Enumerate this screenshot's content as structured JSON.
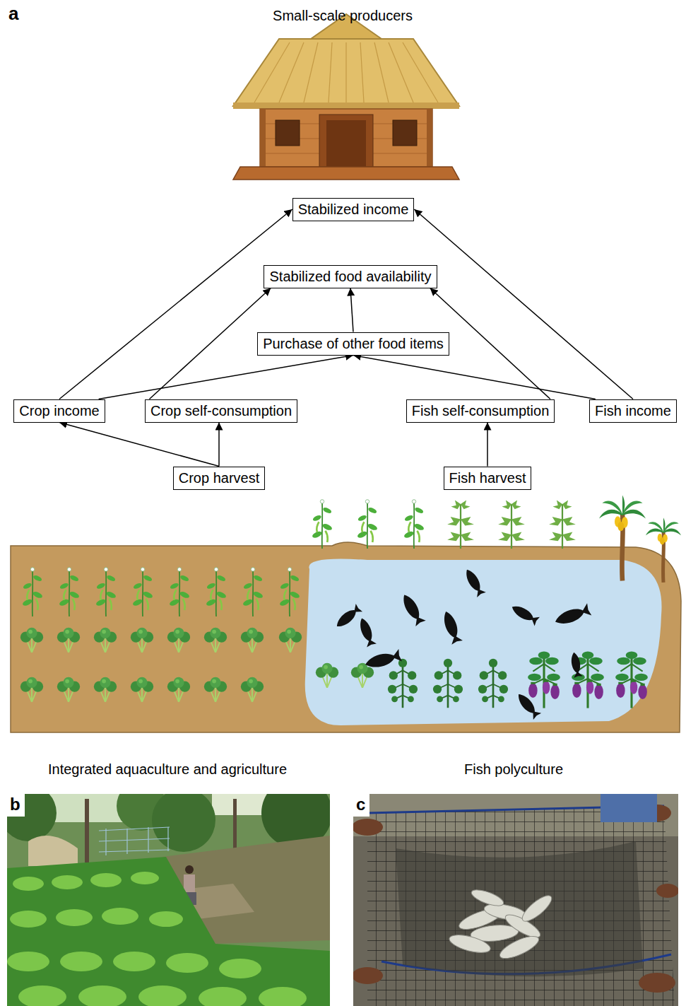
{
  "diagram": {
    "title": "Small-scale producers",
    "nodes": [
      {
        "text": [
          "Stabilized income"
        ]
      },
      {
        "text": [
          "Stabilized food availability"
        ]
      },
      {
        "text": [
          "Purchase of other food items"
        ]
      },
      {
        "text": [
          "Crop income"
        ]
      },
      {
        "text": [
          "Crop self-consumption"
        ]
      },
      {
        "text": [
          "Fish self-consumption"
        ]
      },
      {
        "text": [
          "Fish income"
        ]
      },
      {
        "text": [
          "Crop harvest"
        ]
      },
      {
        "text": [
          "Fish harvest"
        ]
      }
    ],
    "edges": [
      {
        "from": 7,
        "to": 3,
        "arrow": "to"
      },
      {
        "from": 7,
        "to": 4,
        "arrow": "to"
      },
      {
        "from": 8,
        "to": 5,
        "arrow": "to"
      },
      {
        "from": 3,
        "to": 0,
        "arrow": "to"
      },
      {
        "from": 3,
        "to": 2,
        "arrow": "to"
      },
      {
        "from": 4,
        "to": 1,
        "arrow": "to"
      },
      {
        "from": 5,
        "to": 1,
        "arrow": "to"
      },
      {
        "from": 6,
        "to": 2,
        "arrow": "to"
      },
      {
        "from": 6,
        "to": 0,
        "arrow": "to"
      },
      {
        "from": 2,
        "to": 1,
        "arrow": "to"
      }
    ],
    "labels": [
      "a",
      "Integrated aquaculture and agriculture",
      "Fish polyculture",
      "b",
      "c"
    ]
  }
}
